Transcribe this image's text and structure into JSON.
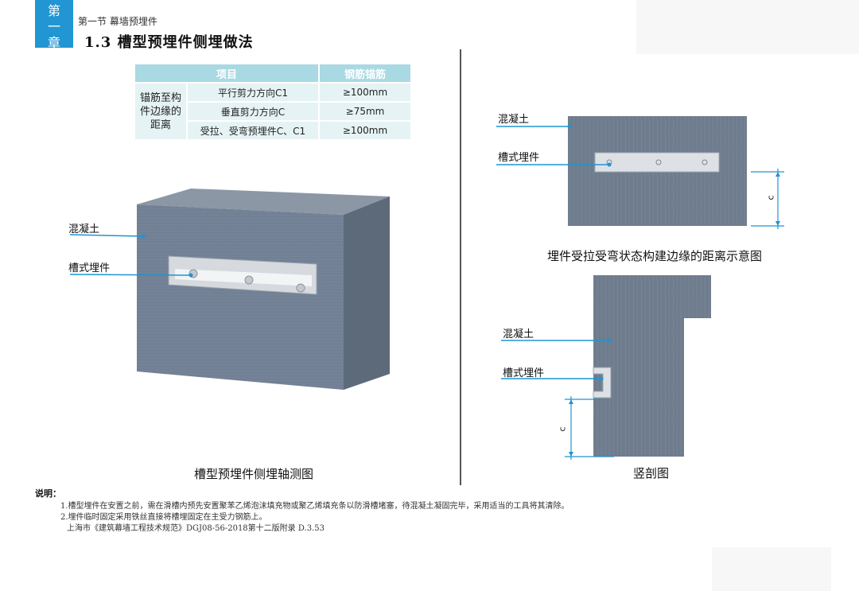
{
  "header": {
    "chapter_line1": "第",
    "chapter_line2": "一",
    "chapter_line3": "章",
    "section": "第一节  幕墙预埋件",
    "title": "1.3  槽型预埋件侧埋做法"
  },
  "table": {
    "col_headers": [
      "项目",
      "钢筋锚筋"
    ],
    "row_group_label": "锚筋至构件边缘的距离",
    "rows": [
      {
        "item": "平行剪力方向C1",
        "value": "≥100mm"
      },
      {
        "item": "垂直剪力方向C",
        "value": "≥75mm"
      },
      {
        "item": "受拉、受弯预埋件C、C1",
        "value": "≥100mm"
      }
    ]
  },
  "iso_diagram": {
    "label_concrete": "混凝土",
    "label_channel": "槽式埋件",
    "caption": "槽型预埋件侧埋轴测图"
  },
  "elevation_diagram": {
    "label_concrete": "混凝土",
    "label_channel": "槽式埋件",
    "dim_label": "c",
    "caption": "埋件受拉受弯状态构建边缘的距离示意图"
  },
  "section_diagram": {
    "label_concrete": "混凝土",
    "label_channel": "槽式埋件",
    "dim_label": "c",
    "caption": "竖剖图"
  },
  "notes": {
    "title": "说明：",
    "items": [
      "1.槽型埋件在安置之前，需在滑槽内预先安置聚苯乙烯泡沫填充物或聚乙烯填充条以防滑槽堵塞，待混凝土凝固完毕，采用适当的工具将其清除。",
      "2.埋件临时固定采用铁丝直接将槽埋固定在主受力钢筋上。",
      "上海市《建筑幕墙工程技术规范》DGJ08-56-2018第十二版附录 D.3.53"
    ]
  },
  "colors": {
    "accent": "#2196d3",
    "table_header": "#a9d9e3",
    "table_cell": "#e6f3f4",
    "concrete": "#6e7c8d",
    "leader_line": "#1f95d0"
  }
}
